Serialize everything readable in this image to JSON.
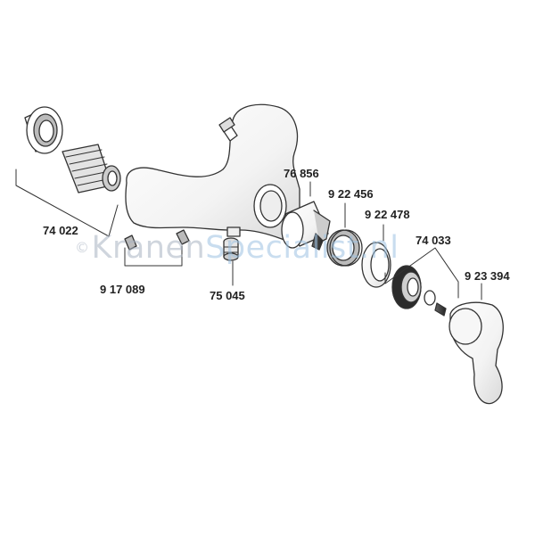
{
  "parts": [
    {
      "id": "wall-connector",
      "number": "74 022"
    },
    {
      "id": "screw",
      "number": "9 17 089"
    },
    {
      "id": "aerator",
      "number": "75 045"
    },
    {
      "id": "cartridge",
      "number": "76 856"
    },
    {
      "id": "nut",
      "number": "9 22 456"
    },
    {
      "id": "cap",
      "number": "9 22 478"
    },
    {
      "id": "handle-kit",
      "number": "74 033"
    },
    {
      "id": "lever-handle",
      "number": "9 23 394"
    }
  ],
  "watermark": {
    "copyright": "©",
    "part1": "Kranen",
    "part2": "Specialist.nl"
  },
  "colors": {
    "line": "#333333",
    "watermark_gray": "#a9b3c2",
    "watermark_blue": "#9ec3e3"
  }
}
